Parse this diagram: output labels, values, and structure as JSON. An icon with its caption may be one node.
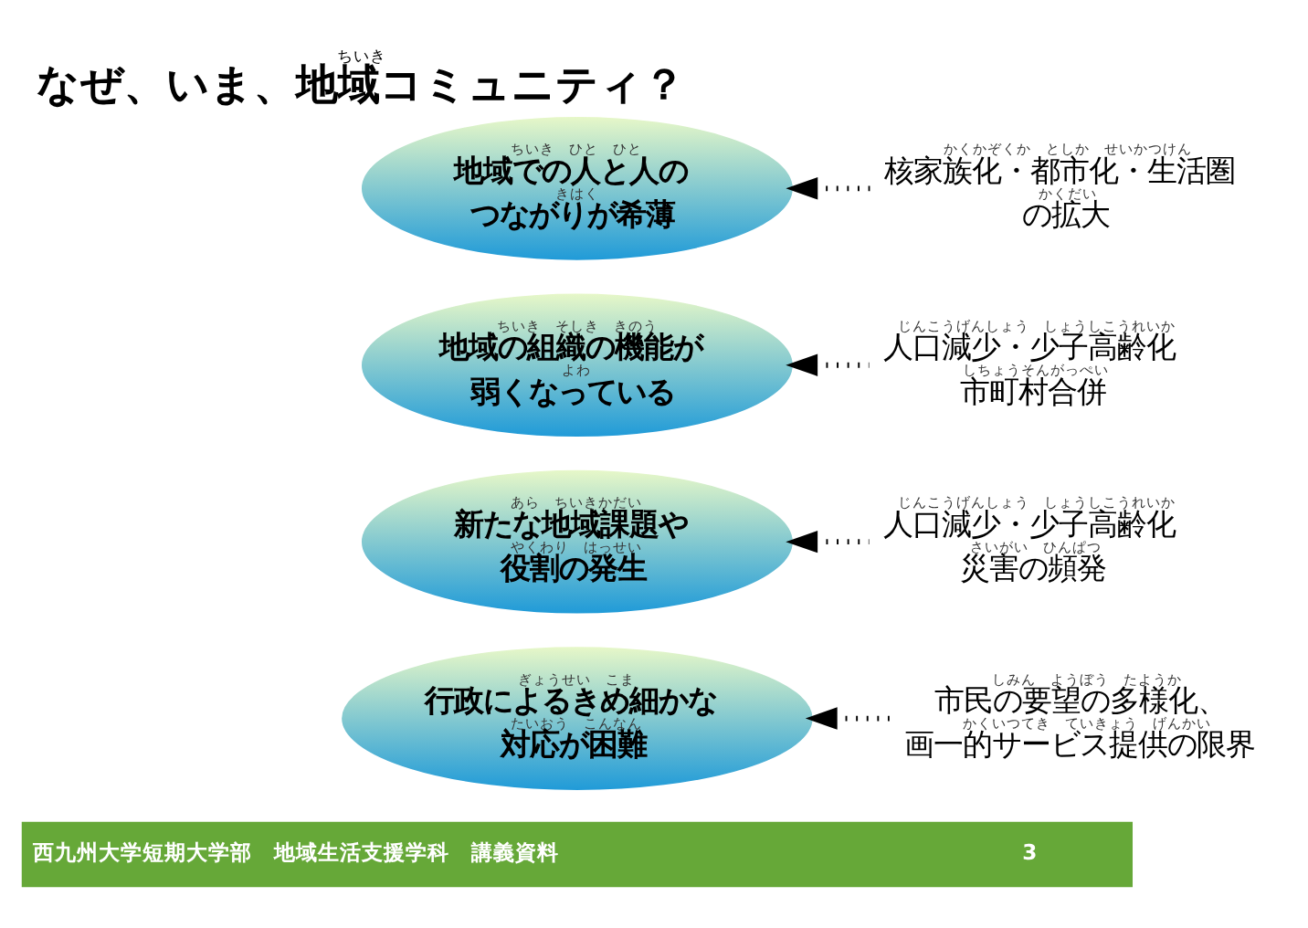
{
  "diagram": {
    "title": "なぜ、いま、地域コミュニティ？",
    "nodes": [
      {
        "text": [
          "ちいき",
          "ひと",
          "ひと",
          "地域での人と人の",
          "きはく",
          "つながりが希薄"
        ]
      },
      {
        "text": [
          "かくかぞくか",
          "としか",
          "せいかつけん",
          "核家族化・都市化・生活圏",
          "かくだい",
          "の拡大"
        ]
      },
      {
        "text": [
          "ちいき",
          "そしき",
          "きのう",
          "地域の組織の機能が",
          "よわ",
          "弱くなっている"
        ]
      },
      {
        "text": [
          "じんこうげんしょう",
          "しょうしこうれいか",
          "人口減少・少子高齢化",
          "しちょうそんがっぺい",
          "市町村合併"
        ]
      },
      {
        "text": [
          "あら",
          "ちいきかだい",
          "新たな地域課題や",
          "やくわり",
          "はっせい",
          "役割の発生"
        ]
      },
      {
        "text": [
          "じんこうげんしょう",
          "しょうしこうれいか",
          "人口減少・少子高齢化",
          "さいがい",
          "ひんぱつ",
          "災害の頻発"
        ]
      },
      {
        "text": [
          "ぎょうせい",
          "こま",
          "行政によるきめ細かな",
          "たいおう",
          "こんなん",
          "対応が困難"
        ]
      },
      {
        "text": [
          "しみん",
          "ようぼう",
          "たようか",
          "市民の要望の多様化、",
          "かくいつてき",
          "ていきょう",
          "げんかい",
          "画一的サービス提供の限界"
        ]
      },
      {
        "text": [
          "西九州大学短期大学部　地域生活支援学科　講義資料",
          "3"
        ]
      }
    ],
    "edges": [
      {
        "from": 1,
        "to": 0,
        "arrow": "to",
        "style": "dashed"
      },
      {
        "from": 3,
        "to": 2,
        "arrow": "to",
        "style": "dashed"
      },
      {
        "from": 5,
        "to": 4,
        "arrow": "to",
        "style": "dashed"
      },
      {
        "from": 7,
        "to": 6,
        "arrow": "to",
        "style": "dashed"
      }
    ],
    "labels": [
      "ちいき"
    ]
  }
}
